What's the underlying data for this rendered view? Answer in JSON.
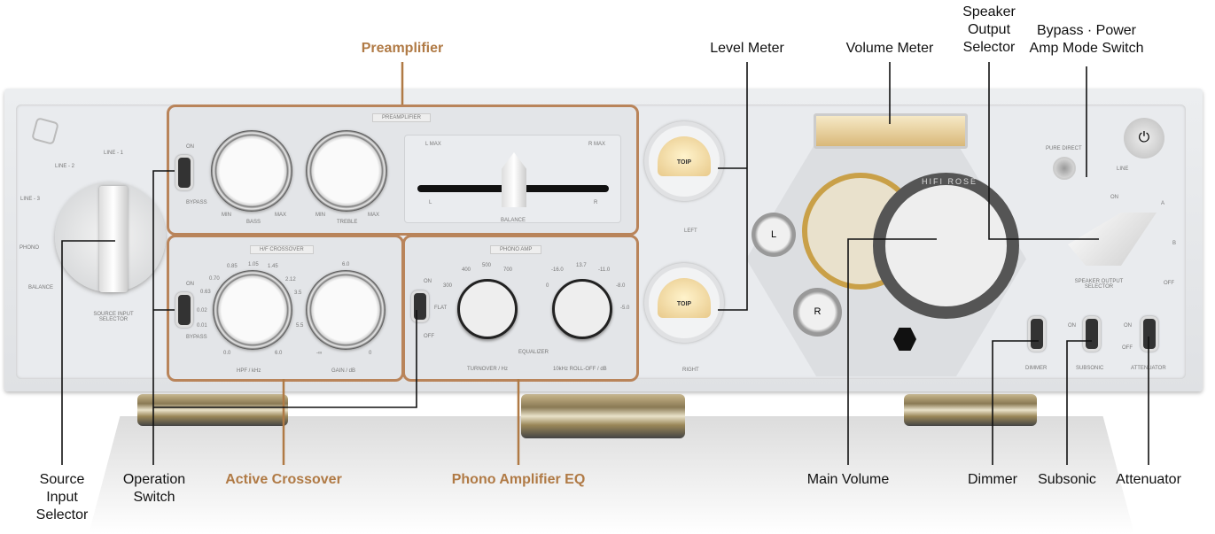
{
  "callouts": {
    "preamplifier": "Preamplifier",
    "level_meter": "Level Meter",
    "volume_meter": "Volume Meter",
    "speaker_output_selector": [
      "Speaker",
      "Output",
      "Selector"
    ],
    "bypass_power_amp": [
      "Bypass · Power",
      "Amp Mode Switch"
    ],
    "source_input_selector": [
      "Source",
      "Input",
      "Selector"
    ],
    "operation_switch": [
      "Operation",
      "Switch"
    ],
    "active_crossover": "Active Crossover",
    "phono_amplifier_eq": "Phono Amplifier EQ",
    "main_volume": "Main Volume",
    "dimmer": "Dimmer",
    "subsonic": "Subsonic",
    "attenuator": "Attenuator"
  },
  "panel": {
    "source": {
      "line1": "LINE - 1",
      "line2": "LINE - 2",
      "line3": "LINE - 3",
      "phono": "PHONO",
      "balance": "BALANCE",
      "title": "SOURCE INPUT SELECTOR"
    },
    "preamp": {
      "title": "PREAMPLIFIER",
      "on": "ON",
      "bypass": "BYPASS",
      "bass": "BASS",
      "treble": "TREBLE",
      "min": "MIN",
      "max": "MAX",
      "l_max": "L MAX",
      "r_max": "R MAX",
      "l": "L",
      "r": "R",
      "balance": "BALANCE"
    },
    "crossover": {
      "title": "H/F CROSSOVER",
      "on": "ON",
      "bypass": "BYPASS",
      "hpf": "HPF / kHz",
      "gain": "GAIN / dB",
      "hpf_ticks": [
        "0.0",
        "0.01",
        "0.02",
        "0.63",
        "0.70",
        "0.85",
        "1.05",
        "1.45",
        "2.12",
        "3.5",
        "5.5",
        "6.0"
      ],
      "gain_ticks": [
        "-∞",
        "6.0",
        "0"
      ]
    },
    "phono": {
      "title": "PHONO AMP",
      "on": "ON",
      "off": "OFF",
      "equalizer": "EQUALIZER",
      "turnover": "TURNOVER / Hz",
      "rolloff": "10kHz ROLL-OFF / dB",
      "turnover_ticks": [
        "FLAT",
        "300",
        "400",
        "500",
        "700"
      ],
      "rolloff_ticks": [
        "0",
        "-16.0",
        "13.7",
        "-11.0",
        "-8.0",
        "-5.0"
      ]
    },
    "meters": {
      "left": "LEFT",
      "right": "RIGHT",
      "brand": "TOIP"
    },
    "logo": "HIFI ROSE",
    "right": {
      "pure_direct": "PURE DIRECT",
      "line": "LINE",
      "on": "ON",
      "a": "A",
      "b": "B",
      "off": "OFF",
      "speaker_selector": "SPEAKER OUTPUT SELECTOR",
      "dimmer": "DIMMER",
      "subsonic": "SUBSONIC",
      "attenuator": "ATTENUATOR",
      "sw_on": "ON",
      "sw_off": "OFF"
    }
  }
}
